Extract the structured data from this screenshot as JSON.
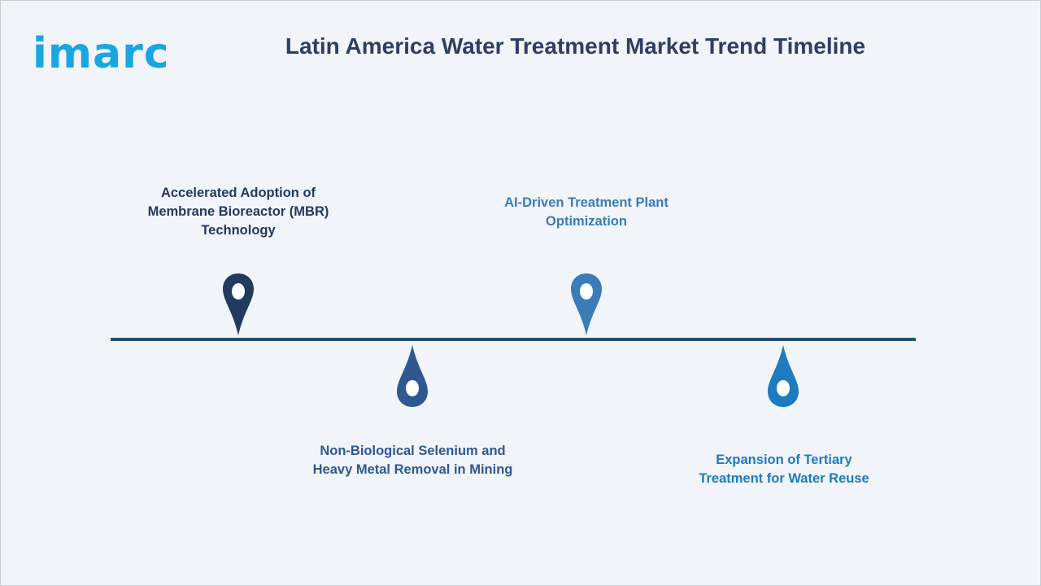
{
  "logo": {
    "text": "imarc"
  },
  "title": "Latin America Water Treatment Market Trend Timeline",
  "colors": {
    "background": "#f1f4f9",
    "axis": "#27506f",
    "title": "#2d3f63",
    "logo": "#1aa6e0"
  },
  "milestones": [
    {
      "label": "Accelerated Adoption of Membrane Bioreactor (MBR) Technology",
      "position": "above",
      "color": "#223a5e",
      "icon": "map-pin-icon"
    },
    {
      "label": "Non-Biological Selenium and Heavy Metal Removal in Mining",
      "position": "below",
      "color": "#2f5891",
      "icon": "water-drop-icon"
    },
    {
      "label": "AI-Driven Treatment Plant Optimization",
      "position": "above",
      "color": "#3a7bb8",
      "icon": "map-pin-icon"
    },
    {
      "label": "Expansion of Tertiary Treatment for Water Reuse",
      "position": "below",
      "color": "#1d7bbf",
      "icon": "water-drop-icon"
    }
  ]
}
